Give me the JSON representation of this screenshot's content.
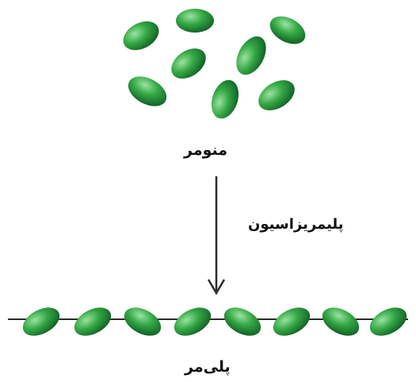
{
  "labels": {
    "monomer": "منومر",
    "process": "پلیمریزاسیون",
    "polymer": "پلی‌مر"
  },
  "colors": {
    "bead_fill": "#2a9a3c",
    "bead_dark": "#12612a",
    "bead_light": "#7fd088",
    "chain_line": "#2b2b2b",
    "arrow": "#2b2b2b"
  }
}
